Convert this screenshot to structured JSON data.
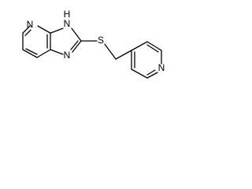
{
  "molecule": {
    "atoms": {
      "pyridine_n": "N",
      "imidazole_nh_h": "H",
      "imidazole_nh_n": "N",
      "imidazole_n": "N",
      "sulfur": "S",
      "pyridyl_n": "N"
    }
  }
}
